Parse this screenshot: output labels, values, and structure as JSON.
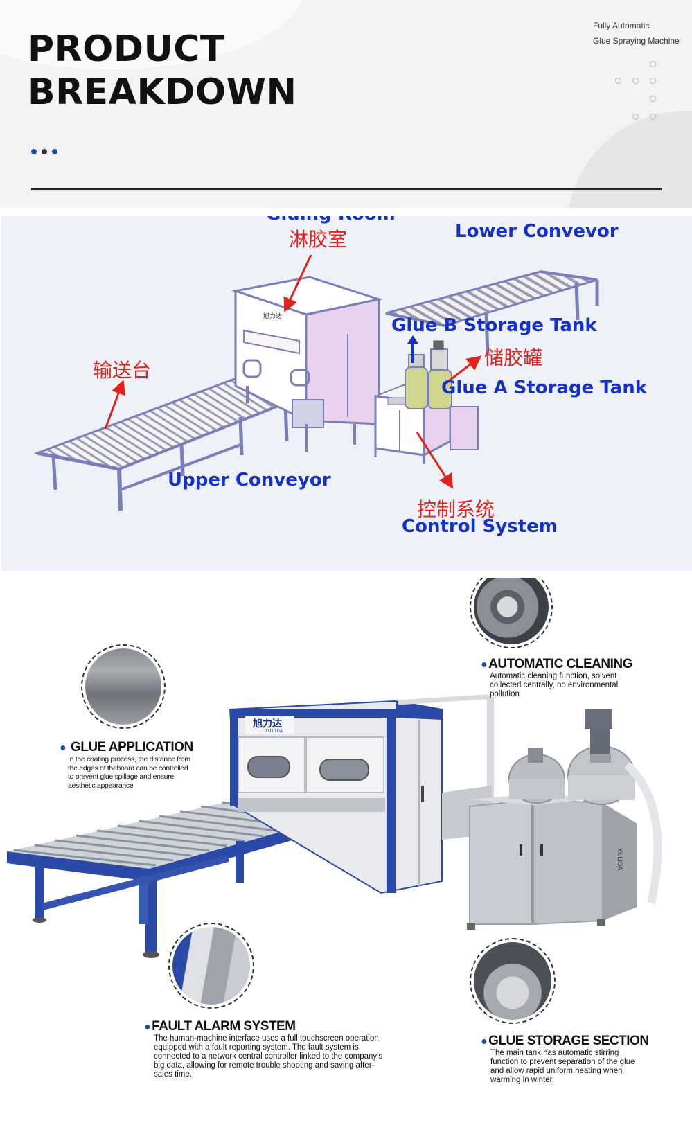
{
  "header": {
    "title_line1": "PRODUCT",
    "title_line2": "BREAKDOWN",
    "subtitle_line1": "Fully Automatic",
    "subtitle_line2": "Glue Spraying Machine"
  },
  "diagram": {
    "gluing_room_en": "Gluing Room",
    "gluing_room_cn": "淋胶室",
    "lower_conveyor": "Lower Convevor",
    "glue_b_tank": "Glue B Storage Tank",
    "storage_tank_cn": "储胶罐",
    "glue_a_tank": "Glue A Storage Tank",
    "conveyor_table_cn": "输送台",
    "upper_conveyor": "Upper Conveyor",
    "control_system_cn": "控制系统",
    "control_system_en": "Control System",
    "machine_plate": "旭力达"
  },
  "features": {
    "automatic_cleaning": {
      "title": "AUTOMATIC CLEANING",
      "desc": "Automatic cleaning function, solvent collected centrally, no environmental pollution"
    },
    "glue_application": {
      "title": "GLUE APPLICATION",
      "desc": "In the coating process, the distance from the edges of theboard can be controlled to prevent glue spillage and ensure aesthetic appearance"
    },
    "fault_alarm": {
      "title": "FAULT ALARM SYSTEM",
      "desc": "The human-machine interface uses a full touchscreen operation, equipped with a fault reporting system. The fault system is connected to a network central controller linked to the company's big data, allowing for remote trouble shooting and saving after-sales time."
    },
    "glue_storage": {
      "title": "GLUE STORAGE SECTION",
      "desc": "The main tank has automatic stirring function to prevent separation of the glue and allow rapid uniform heating when warming in winter."
    }
  },
  "photo": {
    "brand_cn": "旭力达",
    "brand_en": "XU LI DA",
    "side_mark": "XULIDA"
  },
  "colors": {
    "accent_blue": "#1530c9",
    "label_red": "#e0221e",
    "frame_blue": "#2b4aa8",
    "dot_blue": "#1a4fa8",
    "dot_dark": "#333333"
  }
}
